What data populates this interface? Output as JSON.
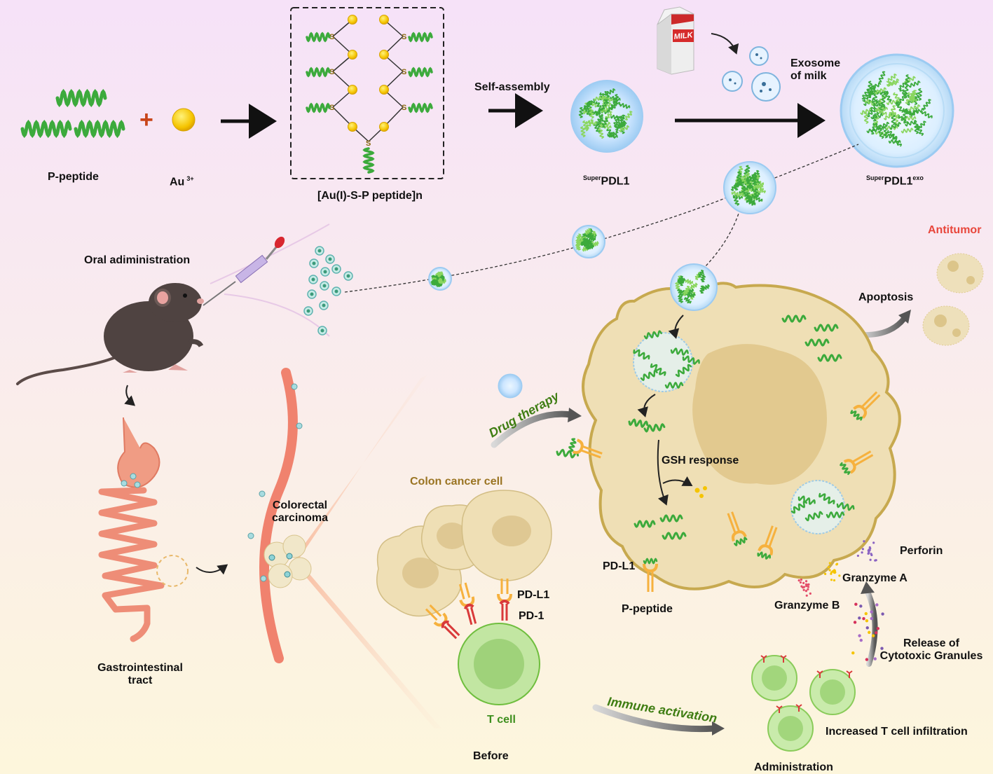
{
  "synthesis": {
    "p_peptide": "P-peptide",
    "au": "Au",
    "au_charge": "3+",
    "complex": "[Au(I)-S-P peptide]n",
    "sulfur": "S",
    "self_assembly": "Self-assembly",
    "superpdl1_sup": "Super",
    "superpdl1_main": "PDL1",
    "milk_carton": "MILK",
    "exosome_of_milk_line1": "Exosome",
    "exosome_of_milk_line2": "of milk",
    "superpdl1exo_sup": "Super",
    "superpdl1exo_main": "PDL1",
    "superpdl1exo_exp": "exo"
  },
  "route": {
    "oral_administration": "Oral adiministration",
    "gi_tract_line1": "Gastrointestinal",
    "gi_tract_line2": "tract",
    "colorectal_line1": "Colorectal",
    "colorectal_line2": "carcinoma"
  },
  "before": {
    "colon_cancer_cell": "Colon cancer cell",
    "pd_l1": "PD-L1",
    "pd_1": "PD-1",
    "t_cell": "T cell",
    "before": "Before"
  },
  "treatment": {
    "drug_therapy": "Drug therapy",
    "gsh_response": "GSH response",
    "pd_l1": "PD-L1",
    "p_peptide": "P-peptide",
    "apoptosis": "Apoptosis",
    "antitumor": "Antitumor",
    "perforin": "Perforin",
    "granzyme_a": "Granzyme A",
    "granzyme_b": "Granzyme B",
    "release_line1": "Release of",
    "release_line2": "Cytotoxic Granules",
    "increased_t_cell": "Increased T cell infiltration",
    "immune_activation": "Immune activation",
    "administration": "Administration"
  },
  "colors": {
    "bg_top": "#f6e2f8",
    "bg_bottom": "#fdf6dc",
    "peptide_green": "#3caa3c",
    "gold": "#f5c400",
    "tumor_fill": "#efdfb5",
    "tumor_stroke": "#c7a94f",
    "t_cell": "#bde49a",
    "intestine": "#ee8d77",
    "antitumor_red": "#e8463b"
  }
}
